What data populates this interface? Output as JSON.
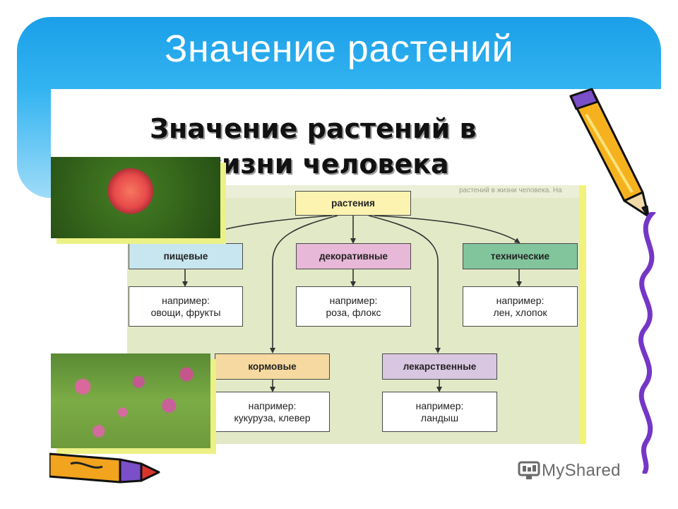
{
  "slide": {
    "title": "Значение растений",
    "heading_line1": "Значение растений в",
    "heading_line2": "жизни человека"
  },
  "diagram": {
    "background_strip_text": "растений в жизни человека. На",
    "nodes": {
      "root": "растения",
      "food": "пищевые",
      "decorative": "декоративные",
      "technical": "технические",
      "fodder": "кормовые",
      "medicinal": "лекарственные"
    },
    "examples": {
      "food": {
        "line1": "например:",
        "line2": "овощи, фрукты"
      },
      "decorative": {
        "line1": "например:",
        "line2": "роза, флокс"
      },
      "technical": {
        "line1": "например:",
        "line2": "лен, хлопок"
      },
      "fodder": {
        "line1": "например:",
        "line2": "кукуруза, клевер"
      },
      "medicinal": {
        "line1": "например:",
        "line2": "ландыш"
      }
    },
    "colors": {
      "root": "#fdf3b0",
      "food": "#c7e6ef",
      "decorative": "#e7b8d7",
      "technical": "#82c59d",
      "fodder": "#f6d9a0",
      "medicinal": "#d9c6e1"
    }
  },
  "logo": {
    "text": "MyShared"
  },
  "icons": [
    "pencil-icon",
    "crayon-icon",
    "squiggle-line",
    "logo-icon"
  ]
}
